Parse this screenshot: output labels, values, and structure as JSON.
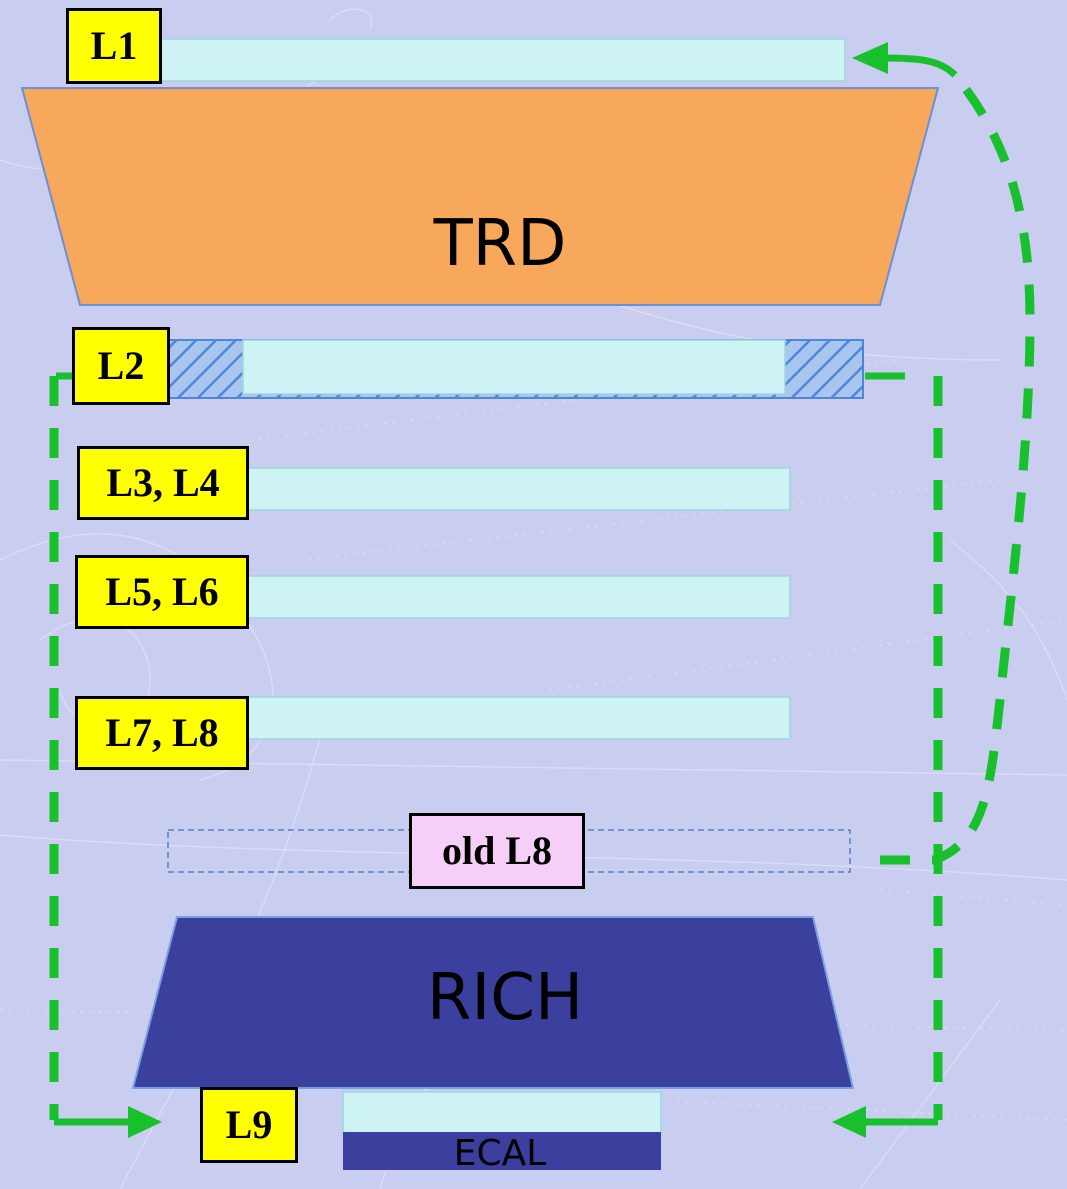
{
  "layers": {
    "l1": "L1",
    "l2": "L2",
    "l3_l4": "L3, L4",
    "l5_l6": "L5, L6",
    "l7_l8": "L7, L8",
    "old_l8": "old L8",
    "l9": "L9"
  },
  "detectors": {
    "trd": "TRD",
    "rich": "RICH",
    "ecal": "ECAL"
  },
  "colors": {
    "background": "#c9cdef",
    "trd": "#f7a85a",
    "rich": "#3b3f9e",
    "tracker_plane": "#cdf3f5",
    "label_yellow": "#ffff00",
    "label_old": "#f5cff7",
    "arrow_green": "#19c02e",
    "l2_hatch": "#5a8fdd"
  }
}
